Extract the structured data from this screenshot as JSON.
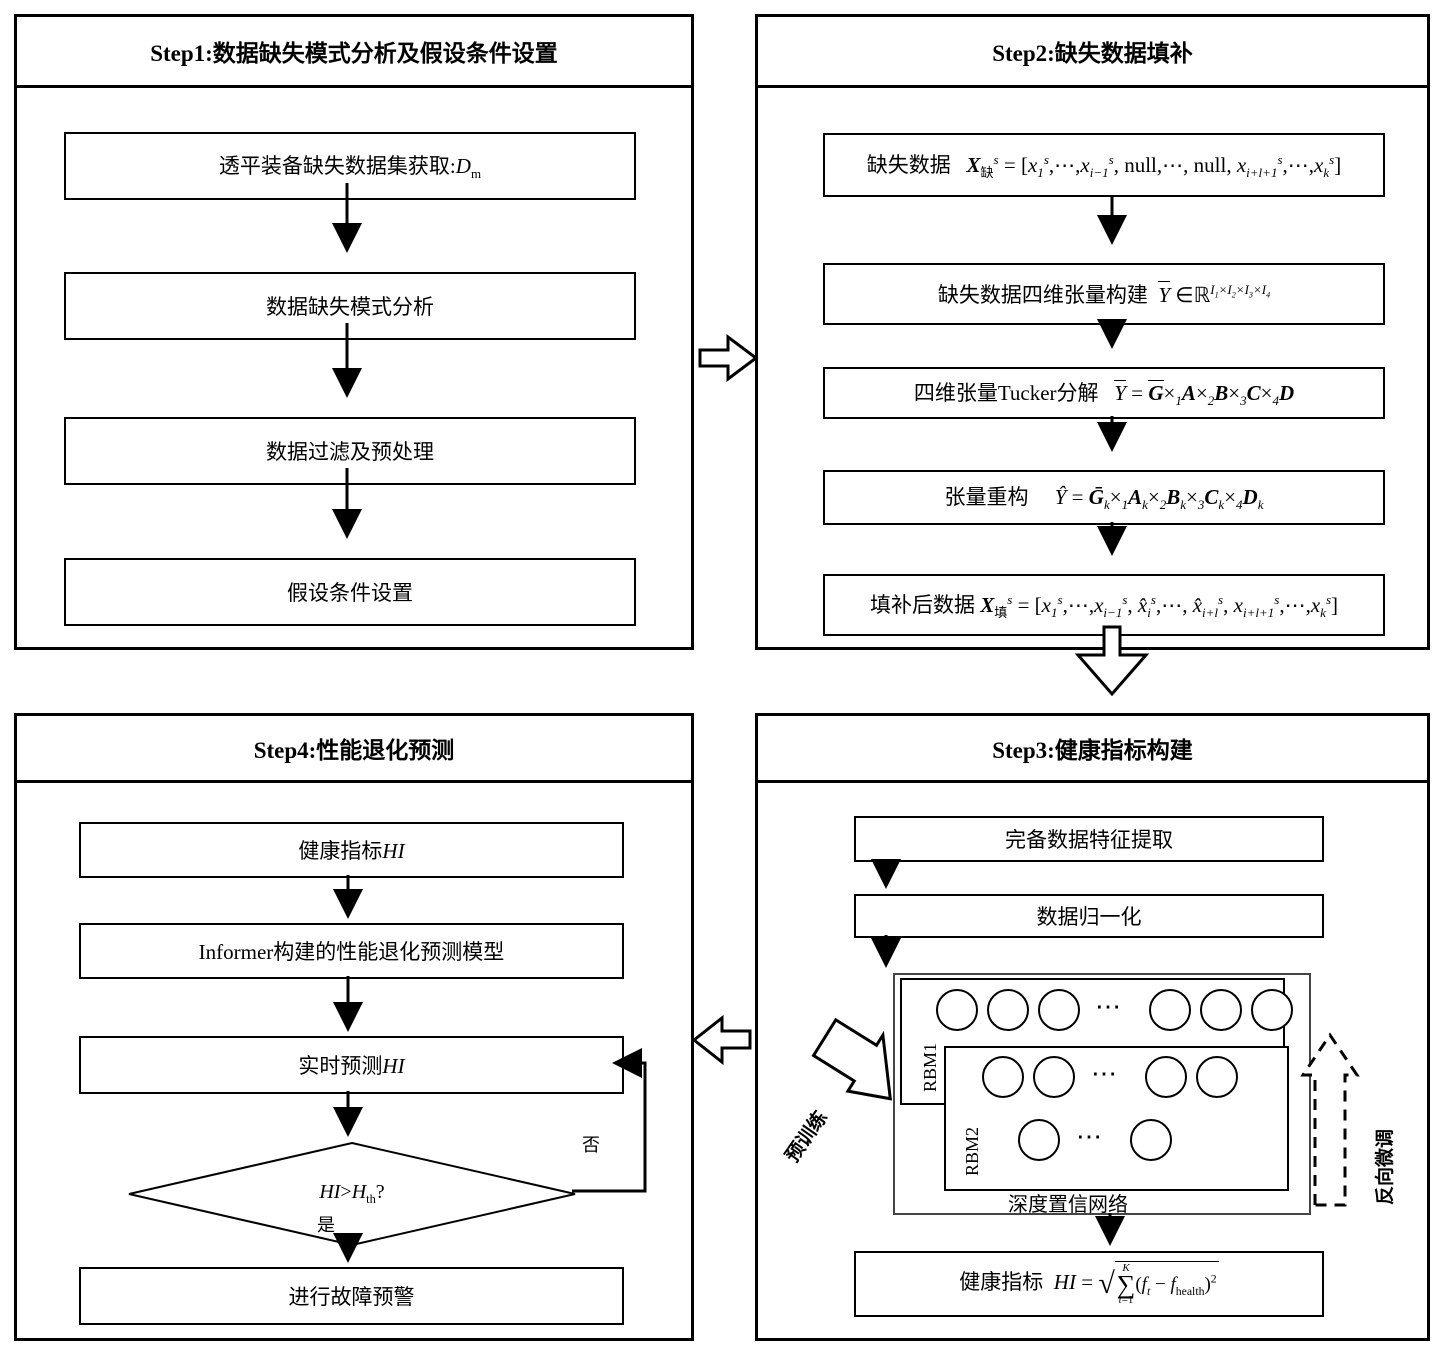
{
  "steps": {
    "step1": {
      "title": "Step1:数据缺失模式分析及假设条件设置",
      "boxes": [
        "透平装备缺失数据集获取:Dₘ",
        "数据缺失模式分析",
        "数据过滤及预处理",
        "假设条件设置"
      ]
    },
    "step2": {
      "title": "Step2:缺失数据填补",
      "boxes": [
        {
          "label": "缺失数据",
          "formula": "Xₛᵢₛ = [x₁ˢ,⋯,xᵢ₋₁ˢ,null,⋯,null,xᵢ₊ₗ₊₁ˢ,⋯,xₖˢ]"
        },
        {
          "label": "缺失数据四维张量构建",
          "formula": "Y̅ ∈ ℝ^{I₁×I₂×I₃×I₄}"
        },
        {
          "label": "四维张量Tucker分解",
          "formula": "Y̅ = G̅ ×₁ A ×₂ B ×₃ C ×₄ D"
        },
        {
          "label": "张量重构",
          "formula": "Ŷ = G̅ₖ ×₁ Aₖ ×₂ Bₖ ×₃ Cₖ ×₄ Dₖ"
        },
        {
          "label": "填补后数据",
          "formula": "Xₜᵍˢ = [x₁ˢ,⋯,xᵢ₋₁ˢ,x̂ᵢˢ,⋯,x̂ᵢ₊ₗˢ,xᵢ₊ₗ₊₁ˢ,⋯,xₖˢ]"
        }
      ]
    },
    "step3": {
      "title": "Step3:健康指标构建",
      "boxes": [
        "完备数据特征提取",
        "数据归一化"
      ],
      "rbm1_label": "RBM1",
      "rbm2_label": "RBM2",
      "dbn_label": "深度置信网络",
      "pretrain_label": "预训练",
      "finetune_label": "反向微调",
      "hi_label": "健康指标",
      "hi_formula": "HI = √(∑ₜ₌₁ᴷ (fₜ − f_health)²)",
      "dots": "⋯"
    },
    "step4": {
      "title": "Step4:性能退化预测",
      "boxes": [
        "健康指标HI",
        "Informer构建的性能退化预测模型",
        "实时预测HI"
      ],
      "decision": "HI>Hₜₕ?",
      "yes_label": "是",
      "no_label": "否",
      "final_box": "进行故障预警"
    }
  },
  "icons": {
    "arrow_down": "arrow-down",
    "arrow_right": "arrow-right",
    "block_arrow": "block-arrow"
  }
}
